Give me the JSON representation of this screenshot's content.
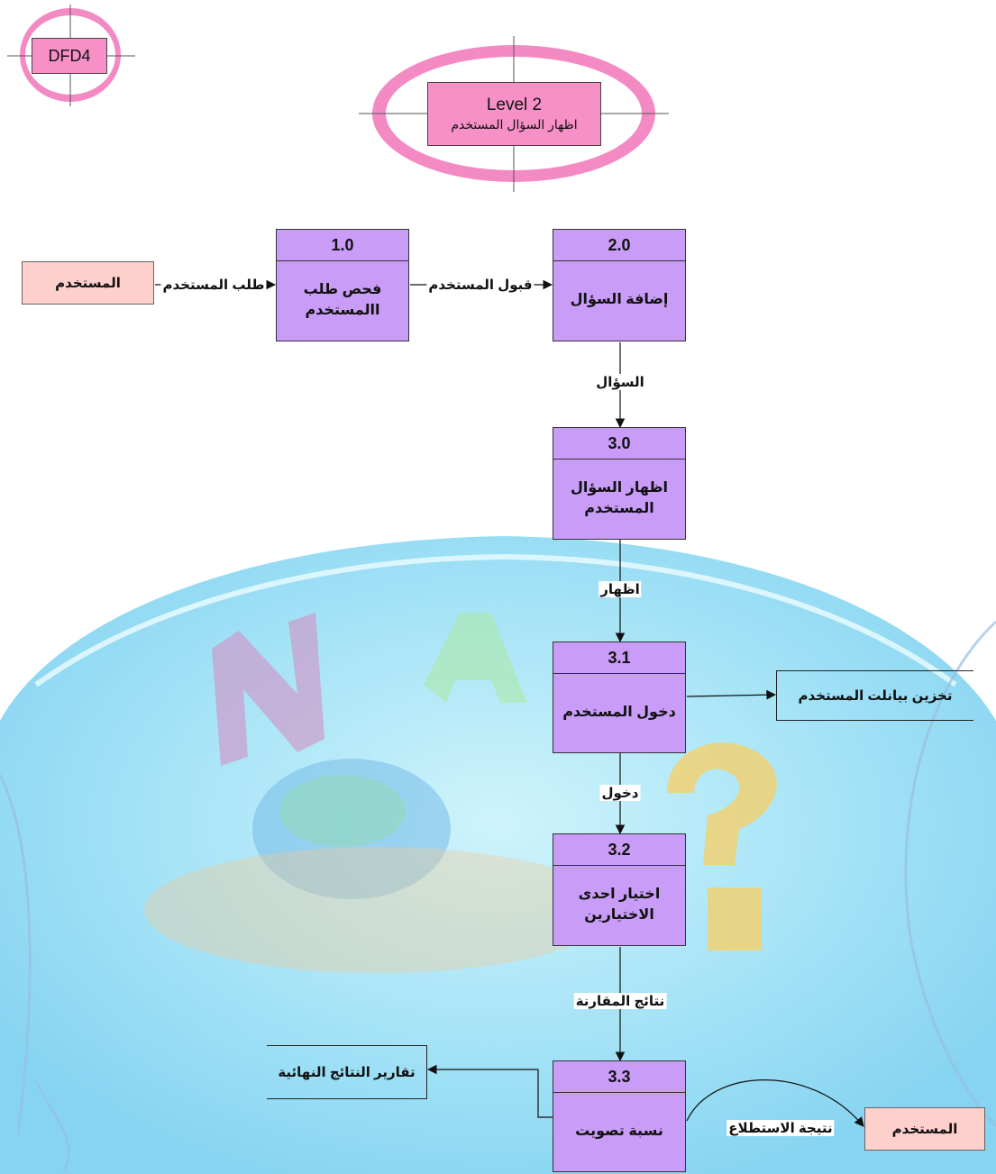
{
  "badge": {
    "label": "DFD4"
  },
  "title": {
    "level": "Level  2",
    "subtitle": "اظهار السؤال المستخدم"
  },
  "processes": [
    {
      "num": "1.0",
      "name": "فحص طلب االمستخدم"
    },
    {
      "num": "2.0",
      "name": "إضافة   السؤال"
    },
    {
      "num": "3.0",
      "name": "اظهار السؤال المستخدم"
    },
    {
      "num": "3.1",
      "name": "دخول المستخدم"
    },
    {
      "num": "3.2",
      "name": "اختيار احدى الاختيارين"
    },
    {
      "num": "3.3",
      "name": "نسبة تصويت"
    }
  ],
  "entities": {
    "user_source": "المستخدم",
    "user_sink": "المستخدم"
  },
  "stores": {
    "user_data": "تخزين بيانلت المستخدم",
    "final_reports": "تقارير النتائج النهائية"
  },
  "flows": {
    "user_request": "طلب المستخدم",
    "user_accept": "قبول المستخدم",
    "question": "السؤال",
    "show": "اظهار",
    "enter": "دخول",
    "comparison_results": "نتائج المقارنة",
    "poll_result": "نتيجة الاستطلاع"
  },
  "colors": {
    "process_fill": "#c89cf7",
    "entity_fill": "#fdd0cc",
    "badge_fill": "#f690c6",
    "badge_ring": "#f48ac4"
  }
}
